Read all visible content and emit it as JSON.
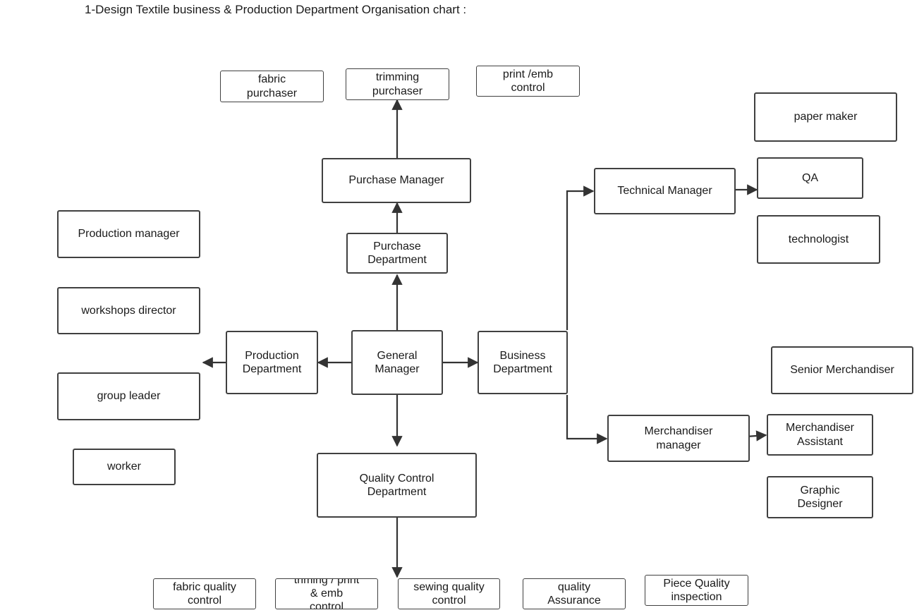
{
  "title": "1-Design Textile business &  Production Department Organisation chart :",
  "nodes": {
    "general_manager": "General\nManager",
    "production_department": "Production\nDepartment",
    "business_department": "Business\nDepartment",
    "purchase_department": "Purchase\nDepartment",
    "purchase_manager": "Purchase Manager",
    "quality_control_department": "Quality Control\nDepartment",
    "technical_manager": "Technical  Manager",
    "merchandiser_manager": "Merchandiser\nmanager",
    "fabric_purchaser": "fabric\npurchaser",
    "trimming_purchaser": "trimming\npurchaser",
    "print_emb_control": "print /emb\ncontrol",
    "paper_maker": "paper maker",
    "qa": "QA",
    "technologist": "technologist",
    "production_manager": "Production manager",
    "workshops_director": "workshops director",
    "group_leader": "group leader",
    "worker": "worker",
    "senior_merchandiser": "Senior Merchandiser",
    "merchandiser_assistant": "Merchandiser\nAssistant",
    "graphic_designer": "Graphic\nDesigner",
    "fabric_quality_control": "fabric quality\ncontrol",
    "triming_print_emb_control": "triming / print\n& emb\ncontrol",
    "sewing_quality_control": "sewing quality\ncontrol",
    "quality_assurance": "quality\nAssurance",
    "piece_quality_inspection": "Piece Quality\ninspection"
  }
}
